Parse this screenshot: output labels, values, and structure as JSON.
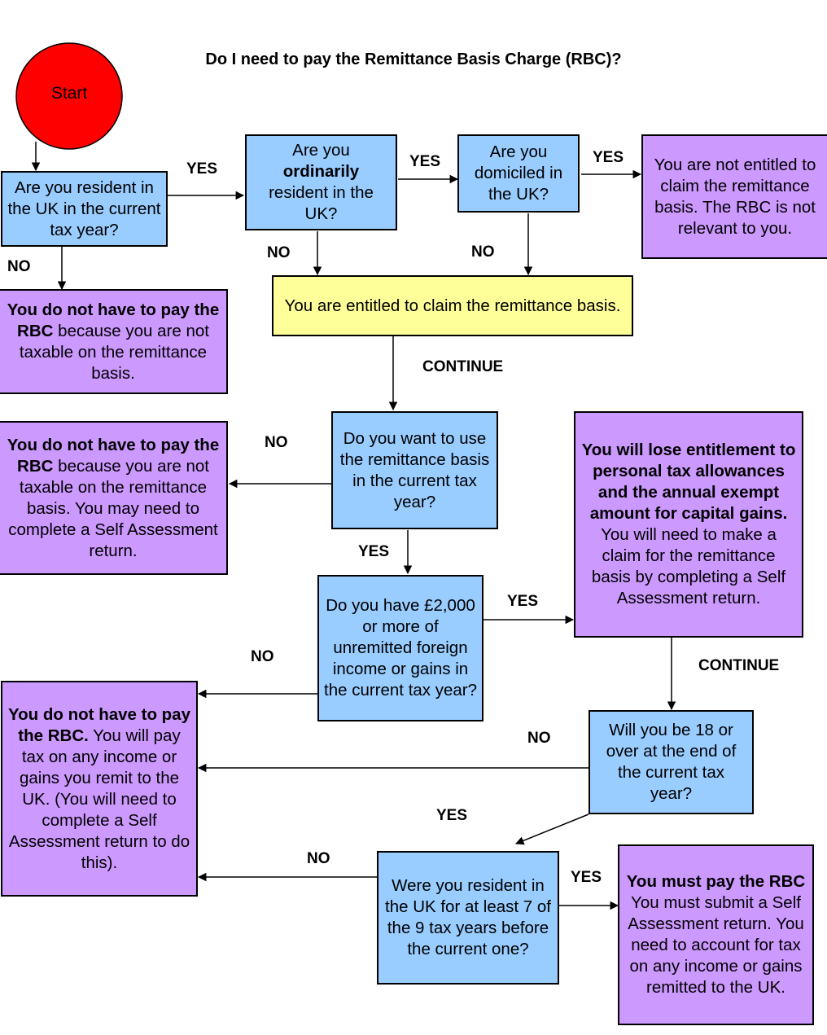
{
  "title": "Do I need to pay the Remittance Basis Charge (RBC)?",
  "start": "Start",
  "nodes": {
    "q_resident": "Are you resident in the UK in the current tax year?",
    "q_ordinarily_a": "Are you",
    "q_ordinarily_b": "ordinarily",
    "q_ordinarily_c": "resident in the UK?",
    "q_domiciled": "Are you domiciled in the UK?",
    "r_not_entitled": "You are not entitled to claim the remittance basis. The RBC is not relevant to you.",
    "r_entitled": "You are entitled to claim the remittance basis.",
    "r_not_taxable_bold": "You do not have to pay the RBC",
    "r_not_taxable_rest": " because you are not taxable on the remittance basis.",
    "q_want_basis": "Do you want to use the remittance basis in the current tax year?",
    "r_not_taxable2_bold": "You do not have to pay the RBC",
    "r_not_taxable2_rest": " because you are not taxable on the remittance basis.  You may need to complete a Self Assessment return.",
    "r_lose_bold": "You will lose entitlement to personal tax allowances and the annual exempt amount for capital gains.",
    "r_lose_rest": "  You will need to make a claim for the remittance basis by completing a Self Assessment return.",
    "q_2000": "Do you have £2,000 or more of unremitted foreign income or gains in the current tax year?",
    "r_pay_tax_bold": "You do not have to pay the RBC.",
    "r_pay_tax_rest": "  You will pay tax on any income or gains you remit to the UK. (You will need to complete a Self Assessment return to do this).",
    "q_18": "Will you be 18 or over at the end of the current tax year?",
    "q_7of9": "Were you resident in the UK for at least 7 of the 9 tax years before the current one?",
    "r_must_pay_bold": "You must pay the RBC",
    "r_must_pay_rest": "You must submit a Self Assessment return. You need to account for tax on any income or gains remitted to the UK."
  },
  "labels": {
    "yes": "YES",
    "no": "NO",
    "continue": "CONTINUE"
  },
  "colors": {
    "start": "#ff0000",
    "question": "#99ccff",
    "outcome": "#cc99ff",
    "entitled": "#ffff99"
  }
}
